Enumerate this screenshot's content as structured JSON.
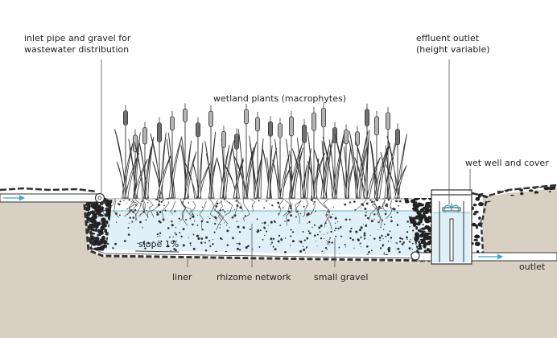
{
  "labels": {
    "inlet": [
      "inlet pipe and gravel for",
      "wastewater distribution"
    ],
    "effluent": [
      "effluent outlet",
      "(height variable)"
    ],
    "plants": "wetland plants (macrophytes)",
    "wet_well": "wet well and cover",
    "slope": "slope 1%",
    "liner": "liner",
    "rhizome": "rhizome network",
    "gravel": "small gravel",
    "outlet": "outlet"
  },
  "colors": {
    "soil": "#d8d0c2",
    "water": "#dff0f9",
    "water_line": "#7fc4de",
    "flow_arrow": "#3aa5c6",
    "ink": "#333333",
    "plant_fill": "#b4b4b4",
    "plant_dark": "#707070"
  }
}
